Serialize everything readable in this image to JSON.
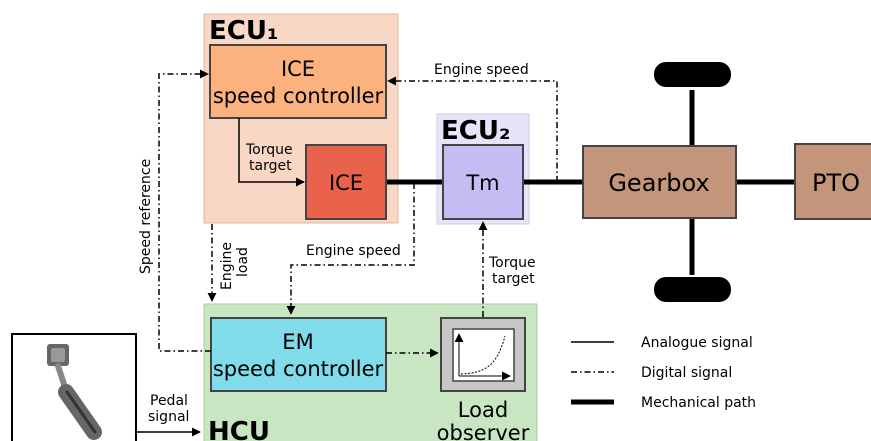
{
  "ecu1": {
    "title": "ECU₁",
    "speed_controller": {
      "line1": "ICE",
      "line2": "speed controller"
    },
    "ice": "ICE"
  },
  "ecu2": {
    "title": "ECU₂",
    "tm": "Tm"
  },
  "gearbox": "Gearbox",
  "pto": "PTO",
  "hcu": {
    "title": "HCU",
    "em_controller": {
      "line1": "EM",
      "line2": "speed controller"
    },
    "load_observer": {
      "line1": "Load",
      "line2": "observer"
    }
  },
  "signals": {
    "engine_speed_top": "Engine speed",
    "engine_speed_mid": "Engine speed",
    "speed_reference": "Speed reference",
    "engine_load": {
      "line1": "Engine",
      "line2": "load"
    },
    "torque_target_ice": {
      "line1": "Torque",
      "line2": "target"
    },
    "torque_target_tm": {
      "line1": "Torque",
      "line2": "target"
    },
    "pedal_signal": {
      "line1": "Pedal",
      "line2": "signal"
    }
  },
  "legend": {
    "analogue": "Analogue signal",
    "digital": "Digital signal",
    "mechanical": "Mechanical path"
  },
  "colors": {
    "ecu1_bg": "#f8d7c4",
    "ecu2_bg": "#e6e4f8",
    "hcu_bg": "#c8e6c2",
    "speed_controller": "#fbb27e",
    "ice": "#e9634c",
    "tm": "#c6bcf3",
    "gearbox": "#c4957a",
    "em_controller": "#80dcea",
    "load_observer": "#c7c7c7"
  }
}
